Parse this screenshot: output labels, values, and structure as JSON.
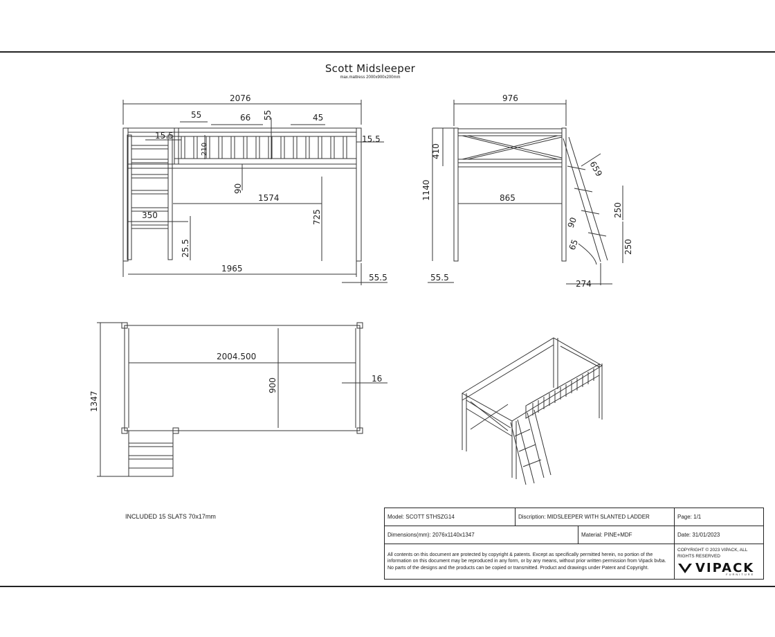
{
  "title": "Scott Midsleeper",
  "subtitle": "max.mattress 2000x900x200mm",
  "front_view": {
    "dims": [
      "2076",
      "55",
      "66",
      "55",
      "45",
      "15.5",
      "210",
      "15.5",
      "90",
      "1574",
      "725",
      "350",
      "25.5",
      "1965",
      "55.5"
    ]
  },
  "side_view": {
    "dims": [
      "976",
      "410",
      "1140",
      "865",
      "659",
      "250",
      "90",
      "65",
      "250",
      "55.5",
      "274"
    ]
  },
  "top_view": {
    "dims": [
      "1347",
      "2004.500",
      "900",
      "16"
    ]
  },
  "note": "INCLUDED 15 SLATS  70x17mm",
  "title_block": {
    "model": "Model: SCOTT STHSZG14",
    "description": "Discription: MIDSLEEPER WITH SLANTED LADDER",
    "page": "Page: 1/1",
    "dimensions": "Dimensions(mm): 2076x1140x1347",
    "material": "Material: PINE+MDF",
    "date": "Date: 31/01/2023",
    "legal": "All contents on this document are protected by copyright & patents. Except as specifically permitted herein, no portion of the information on this document may be reproduced in any form, or by any means, without prior written permission from Vipack bvba. No parts of the designs and the products can be copied or transmitted. Product and drawings under Patent and Copyright.",
    "copyright": "COPYRIGHT © 2023 VIPACK, ALL RIGHTS RESERVED",
    "logo_text": "VIPACK",
    "logo_sub": "FURNITURE"
  }
}
